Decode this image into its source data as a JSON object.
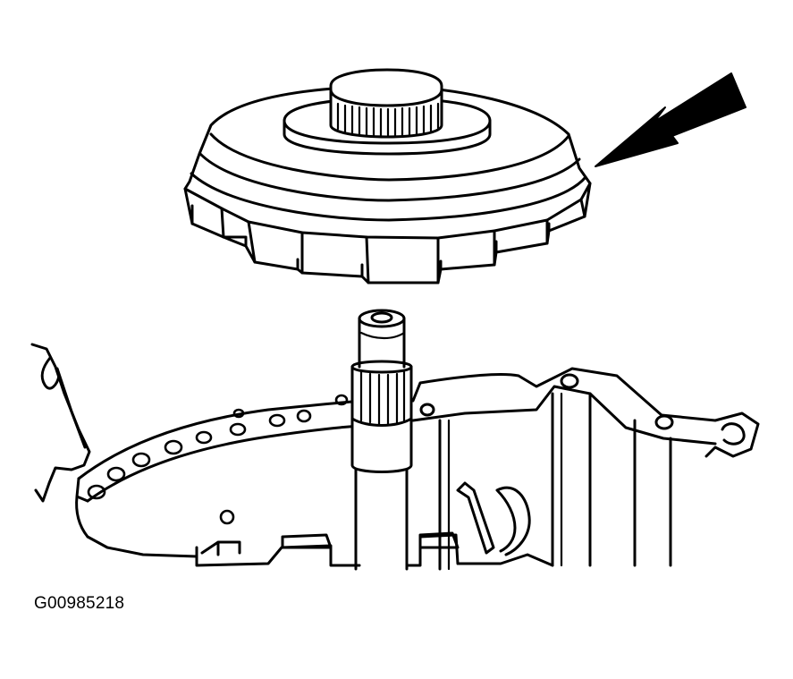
{
  "figure": {
    "code": "G00985218",
    "colors": {
      "line": "#000000",
      "background": "#ffffff"
    },
    "parts": [
      "clutch-drum",
      "input-shaft",
      "transmission-case",
      "pointer-arrow"
    ]
  }
}
